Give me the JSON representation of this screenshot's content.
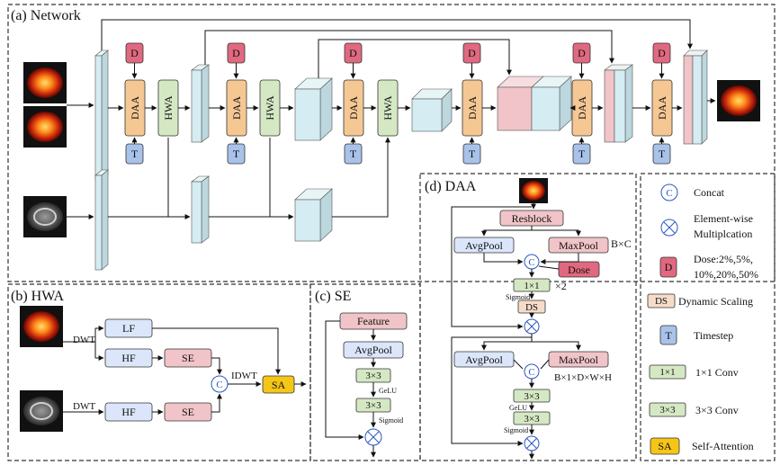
{
  "panels": {
    "network": "(a) Network",
    "hwa": "(b) HWA",
    "se": "(c) SE",
    "daa": "(d) DAA"
  },
  "network": {
    "dose_label": "D",
    "timestep_label": "T",
    "daa_label": "DAA",
    "hwa_label": "HWA"
  },
  "hwa_panel": {
    "dwt_label": "DWT",
    "lf_label": "LF",
    "hf_label": "HF",
    "se_label": "SE",
    "concat_label": "C",
    "idwt_label": "IDWT",
    "sa_label": "SA"
  },
  "se_panel": {
    "feature_label": "Feature",
    "avgpool_label": "AvgPool",
    "conv3_label": "3×3",
    "gelu_label": "GeLU",
    "sigmoid_label": "Sigmoid"
  },
  "daa_panel": {
    "resblock_label": "Resblock",
    "avgpool_label": "AvgPool",
    "maxpool_label": "MaxPool",
    "bc_label": "B×C",
    "concat_label": "C",
    "dose_label": "Dose",
    "conv1_label": "1×1",
    "x2_label": "×2",
    "sigmoid_label": "Sigmoid",
    "ds_label": "DS",
    "bcdwh_label": "B×1×D×W×H",
    "conv3_label": "3×3",
    "gelu_label": "GeLU"
  },
  "legend": [
    {
      "symbol": "C",
      "text": "Concat"
    },
    {
      "symbol": "⊗",
      "text": "Element-wise",
      "text2": "Multiplcation"
    },
    {
      "symbol": "D",
      "text": "Dose:2%,5%,",
      "text2": "10%,20%,50%"
    },
    {
      "symbol": "DS",
      "text": "Dynamic Scaling"
    },
    {
      "symbol": "T",
      "text": "Timestep"
    },
    {
      "symbol": "1×1",
      "text": "1×1 Conv"
    },
    {
      "symbol": "3×3",
      "text": "3×3 Conv"
    },
    {
      "symbol": "SA",
      "text": "Self-Attention"
    }
  ],
  "colors": {
    "dose_fill": "#e0697f",
    "timestep_fill": "#a9c2ea",
    "daa_fill": "#f5c793",
    "hwa_fill": "#d5e8c4",
    "feature_fill": "#d5edf2",
    "pink_fill": "#f0c4c8",
    "blue_box_fill": "#dbe6fb",
    "sa_fill": "#f5c518"
  }
}
